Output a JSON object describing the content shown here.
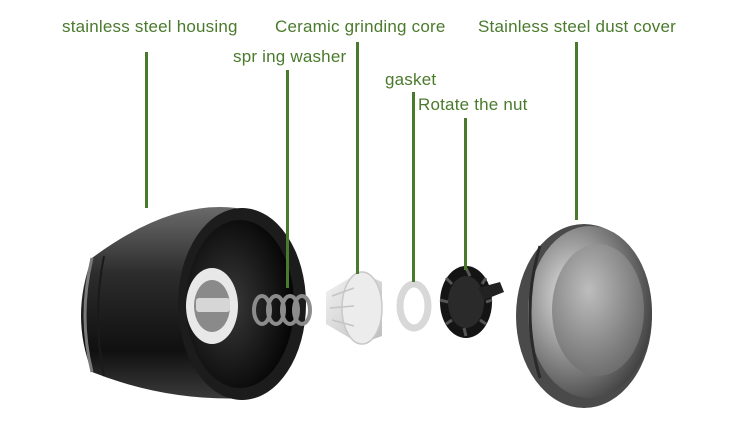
{
  "diagram": {
    "type": "exploded-view",
    "label_color": "#4a7a2c",
    "leader_color": "#4a7a2c",
    "parts": [
      {
        "id": "housing",
        "label": "stainless steel housing",
        "icon": "grinder-housing"
      },
      {
        "id": "spring",
        "label": "spr ing washer",
        "icon": "coil-spring"
      },
      {
        "id": "core",
        "label": "Ceramic grinding core",
        "icon": "ceramic-burr"
      },
      {
        "id": "gasket",
        "label": "gasket",
        "icon": "ring-gasket"
      },
      {
        "id": "nut",
        "label": "Rotate the nut",
        "icon": "adjustment-nut"
      },
      {
        "id": "cover",
        "label": "Stainless steel dust cover",
        "icon": "dust-cover-cap"
      }
    ]
  }
}
